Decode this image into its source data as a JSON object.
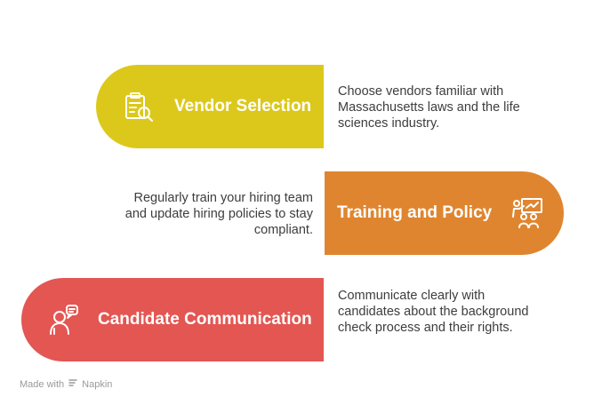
{
  "steps": [
    {
      "title": "Vendor Selection",
      "description": "Choose vendors familiar with Massachusetts laws and the life sciences industry.",
      "color": "#dcc81b",
      "icon": "clipboard-search-icon"
    },
    {
      "title": "Training and Policy",
      "description": "Regularly train your hiring team and update hiring policies to stay compliant.",
      "color": "#e0852f",
      "icon": "presenter-audience-icon"
    },
    {
      "title": "Candidate Communication",
      "description": "Communicate clearly with candidates about the background check process and their rights.",
      "color": "#e35652",
      "icon": "person-speaking-icon"
    }
  ],
  "footer": {
    "made_with": "Made with",
    "brand": "Napkin",
    "icon": "napkin-logo-icon"
  }
}
